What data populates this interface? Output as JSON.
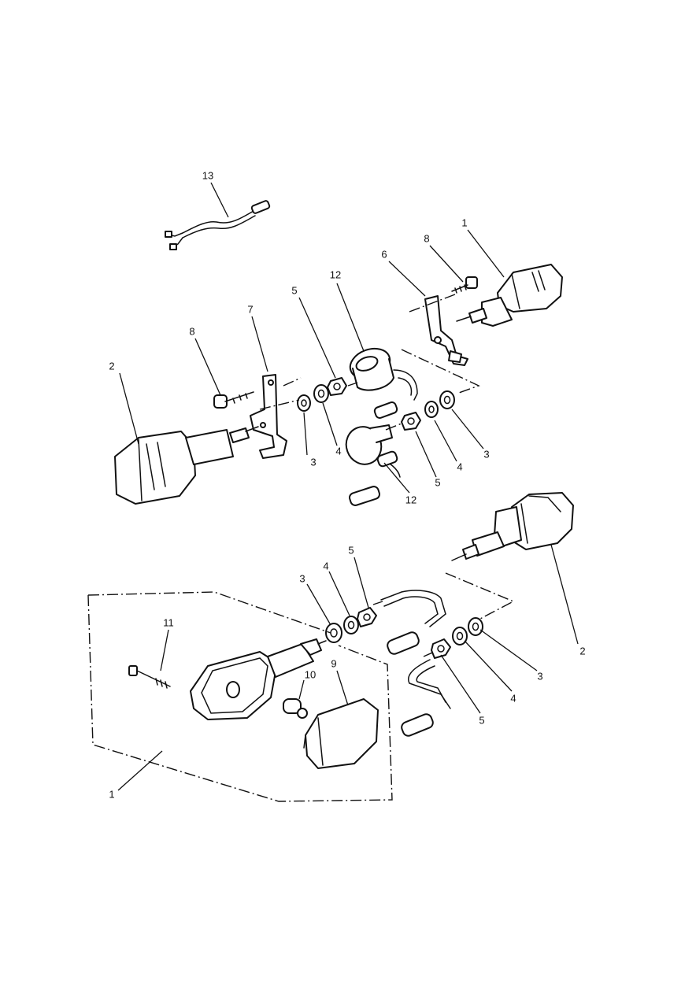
{
  "colors": {
    "ink": "#111111",
    "paper": "#ffffff"
  },
  "callouts": {
    "c13": "13",
    "c1_top": "1",
    "c8_right": "8",
    "c6": "6",
    "c12_top": "12",
    "c5_upper_left": "5",
    "c7": "7",
    "c8_left": "8",
    "c2_left": "2",
    "c3_upper_left": "3",
    "c4_upper_left": "4",
    "c5_upper_right": "5",
    "c4_upper_right": "4",
    "c3_upper_right": "3",
    "c12_bottom": "12",
    "c3_lower_left": "3",
    "c4_lower_left": "4",
    "c5_lower_left": "5",
    "c2_right": "2",
    "c11": "11",
    "c10": "10",
    "c9": "9",
    "c3_lower_right": "3",
    "c4_lower_right": "4",
    "c5_lower_right": "5",
    "c1_bottom": "1"
  }
}
